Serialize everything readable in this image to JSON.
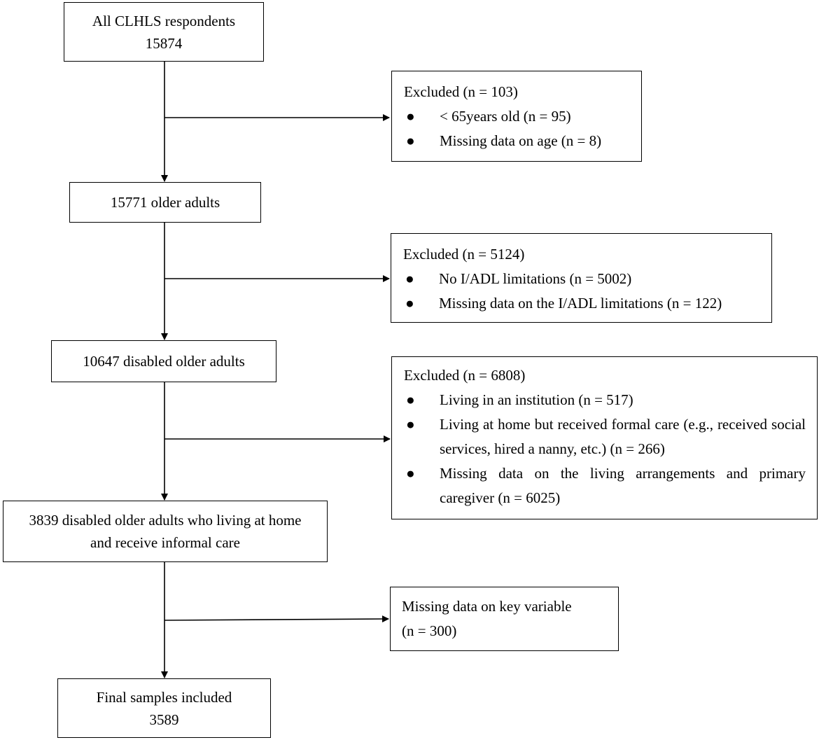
{
  "boxes": [
    {
      "lines": [
        "All CLHLS respondents",
        "15874"
      ]
    },
    {
      "lines": [
        "15771 older adults"
      ]
    },
    {
      "lines": [
        "10647 disabled older adults"
      ]
    },
    {
      "lines": [
        "3839 disabled older adults who living at home",
        "and receive informal care"
      ]
    },
    {
      "lines": [
        "Final samples included",
        "3589"
      ]
    }
  ],
  "exclusions": [
    {
      "title": "Excluded (n = 103)",
      "items": [
        "< 65years old (n = 95)",
        "Missing data on age (n = 8)"
      ]
    },
    {
      "title": "Excluded (n = 5124)",
      "items": [
        "No I/ADL limitations (n = 5002)",
        "Missing data on the I/ADL limitations (n = 122)"
      ]
    },
    {
      "title": "Excluded (n = 6808)",
      "items": [
        "Living in an institution (n = 517)",
        "Living at home but received formal care (e.g., received social services, hired a nanny, etc.) (n = 266)",
        "Missing data on the living arrangements and primary caregiver (n = 6025)"
      ]
    },
    {
      "title": "Missing data on key variable",
      "items": [
        "(n = 300)"
      ]
    }
  ],
  "bullet_symbol": "●"
}
